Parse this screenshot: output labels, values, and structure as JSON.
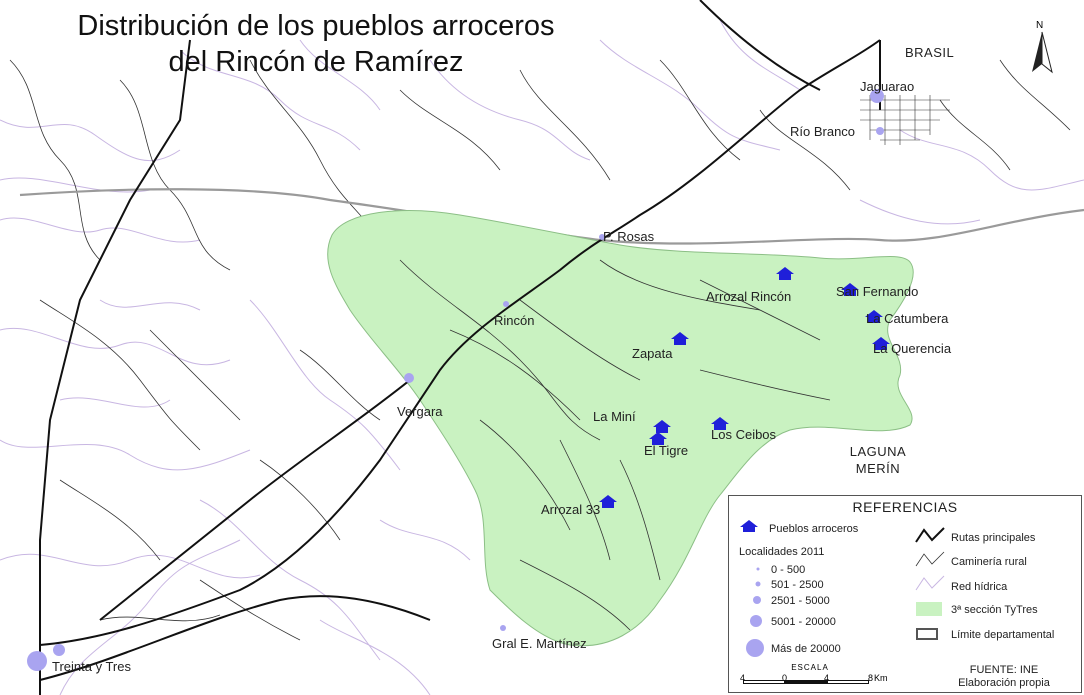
{
  "title_line1": "Distribución de los pueblos arroceros",
  "title_line2": "del Rincón de Ramírez",
  "north_label": "N",
  "colors": {
    "region_fill": "#c9f2c1",
    "region_stroke": "#8cbf86",
    "roads": "#111111",
    "rural_roads": "#333333",
    "rivers": "#c8b6e2",
    "border": "#9a9a9a",
    "village_marker": "#1f1fd9",
    "locality_marker": "#a9a4f0"
  },
  "map_labels": {
    "brasil": "BRASIL",
    "laguna_line1": "LAGUNA",
    "laguna_line2": "MERÍN",
    "jaguarao": "Jaguarao",
    "rio_branco": "Río Branco",
    "p_rosas": "P. Rosas",
    "rincon": "Rincón",
    "vergara": "Vergara",
    "arrozal_rincon": "Arrozal Rincón",
    "san_fernando": "San Fernando",
    "la_catumbera": "La Catumbera",
    "la_querencia": "La Querencia",
    "zapata": "Zapata",
    "la_mini": "La Miní",
    "el_tigre": "El Tigre",
    "los_ceibos": "Los Ceibos",
    "arrozal_33": "Arrozal 33",
    "gral_martinez": "Gral E. Martínez",
    "treinta_y_tres": "Treinta y Tres"
  },
  "legend": {
    "title": "REFERENCIAS",
    "pueblos": "Pueblos arroceros",
    "localidades": "Localidades 2011",
    "size_classes": [
      "0 - 500",
      "501 - 2500",
      "2501 - 5000",
      "5001 - 20000",
      "Más de 20000"
    ],
    "rutas": "Rutas principales",
    "caminería": "Caminería rural",
    "red_hidrica": "Red hídrica",
    "seccion": "3ª sección TyTres",
    "limite": "Límite departamental",
    "fuente": "FUENTE: INE",
    "elaboracion": "Elaboración propia"
  },
  "scale": {
    "title": "ESCALA",
    "ticks": [
      "4",
      "0",
      "4",
      "8"
    ],
    "unit": "Km"
  }
}
